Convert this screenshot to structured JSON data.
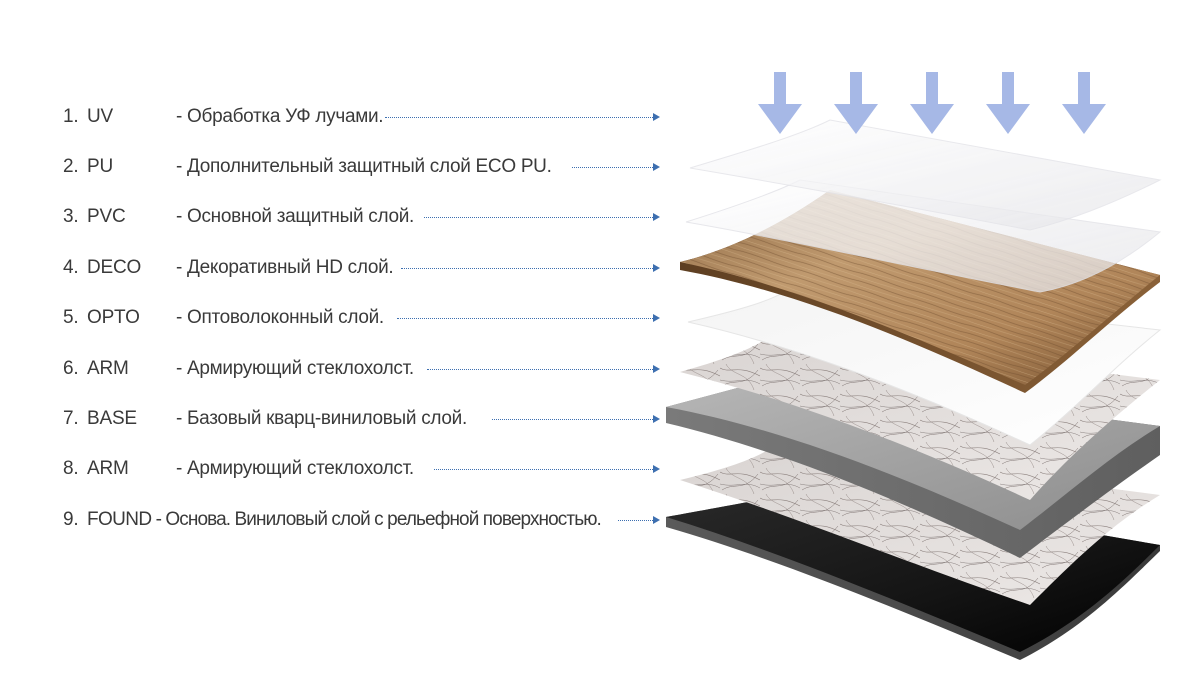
{
  "layers": [
    {
      "number": "1.",
      "code": "UV",
      "description": "- Обработка УФ лучами."
    },
    {
      "number": "2.",
      "code": "PU",
      "description": "- Дополнительный защитный слой ECO PU."
    },
    {
      "number": "3.",
      "code": "PVC",
      "description": "- Основной защитный слой."
    },
    {
      "number": "4.",
      "code": "DECO",
      "description": "- Декоративный HD слой."
    },
    {
      "number": "5.",
      "code": "OPTO",
      "description": "- Оптоволоконный слой."
    },
    {
      "number": "6.",
      "code": "ARM",
      "description": "- Армирующий стеклохолст."
    },
    {
      "number": "7.",
      "code": "BASE",
      "description": "- Базовый кварц-виниловый слой."
    },
    {
      "number": "8.",
      "code": "ARM",
      "description": "- Армирующий стеклохолст."
    },
    {
      "number": "9.",
      "code": "FOUND",
      "description": "- Основа. Виниловый слой с рельефной поверхностью."
    }
  ],
  "colors": {
    "text": "#3a3a3a",
    "leader": "#3d6fb0",
    "uv_arrow": "#a6b8e6",
    "wood": "#b08a5f",
    "base": "#9d9d9d",
    "foundation": "#161616"
  },
  "icons": {
    "uv": "arrow-down-icon"
  }
}
